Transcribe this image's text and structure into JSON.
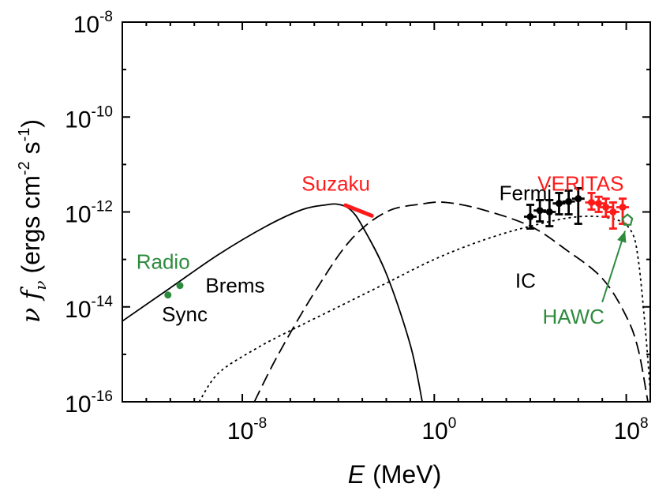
{
  "chart_data": {
    "type": "line",
    "xlabel": {
      "symbol": "E",
      "unit": "(MeV)"
    },
    "ylabel": {
      "symbol": "ν f",
      "sub": "ν",
      "unit_parts": [
        " (ergs cm",
        "-2",
        " s",
        "-1",
        ")"
      ]
    },
    "x_scale": "log",
    "y_scale": "log",
    "xlim_log10": [
      -13,
      9
    ],
    "ylim_log10": [
      -16,
      -8
    ],
    "x_ticks": [
      {
        "base": "10",
        "exp": "-8",
        "log": -8
      },
      {
        "base": "10",
        "exp": "0",
        "log": 0
      },
      {
        "base": "10",
        "exp": "8",
        "log": 8
      }
    ],
    "y_ticks": [
      {
        "base": "10",
        "exp": "-8",
        "log": -8
      },
      {
        "base": "10",
        "exp": "-10",
        "log": -10
      },
      {
        "base": "10",
        "exp": "-12",
        "log": -12
      },
      {
        "base": "10",
        "exp": "-14",
        "log": -14
      },
      {
        "base": "10",
        "exp": "-16",
        "log": -16
      }
    ],
    "grid": false,
    "model_curves": [
      {
        "name": "Sync",
        "style": "solid",
        "points_log10": [
          [
            -13,
            -14.3
          ],
          [
            -11,
            -13.6
          ],
          [
            -9,
            -12.9
          ],
          [
            -7,
            -12.3
          ],
          [
            -5.5,
            -11.95
          ],
          [
            -4.5,
            -11.85
          ],
          [
            -4,
            -11.84
          ],
          [
            -3.5,
            -11.95
          ],
          [
            -3,
            -12.3
          ],
          [
            -2,
            -13.3
          ],
          [
            -1,
            -14.8
          ],
          [
            -0.5,
            -16.0
          ]
        ]
      },
      {
        "name": "Brems",
        "style": "dashed",
        "points_log10": [
          [
            -7.5,
            -16
          ],
          [
            -6.5,
            -15.0
          ],
          [
            -5,
            -13.7
          ],
          [
            -3.5,
            -12.6
          ],
          [
            -2,
            -12.0
          ],
          [
            -0.5,
            -11.83
          ],
          [
            0.5,
            -11.8
          ],
          [
            2,
            -11.95
          ],
          [
            4,
            -12.3
          ],
          [
            5.5,
            -12.8
          ],
          [
            7,
            -13.4
          ],
          [
            8,
            -14.2
          ],
          [
            8.5,
            -14.9
          ],
          [
            8.9,
            -16
          ]
        ]
      },
      {
        "name": "IC",
        "style": "dotted",
        "points_log10": [
          [
            -9.8,
            -16
          ],
          [
            -9,
            -15.4
          ],
          [
            -7.5,
            -14.9
          ],
          [
            -6,
            -14.5
          ],
          [
            -4,
            -14.0
          ],
          [
            -2,
            -13.5
          ],
          [
            0,
            -13.0
          ],
          [
            2,
            -12.6
          ],
          [
            4,
            -12.3
          ],
          [
            6,
            -12.1
          ],
          [
            7.5,
            -12.15
          ],
          [
            8.2,
            -12.4
          ],
          [
            8.5,
            -13.0
          ],
          [
            8.8,
            -14.5
          ],
          [
            9,
            -15.8
          ]
        ]
      }
    ],
    "curve_labels": [
      {
        "text": "Sync",
        "x_log": -10.4,
        "y_log": -14.3
      },
      {
        "text": "Brems",
        "x_log": -8.3,
        "y_log": -13.7
      },
      {
        "text": "IC",
        "x_log": 3.8,
        "y_log": -13.6
      }
    ],
    "instruments": [
      {
        "name": "Radio",
        "color": "#2e8b3e",
        "label": {
          "x_log": -11.3,
          "y_log": -13.2
        },
        "points": [
          {
            "x_log": -11.1,
            "y_log": -13.75
          },
          {
            "x_log": -10.6,
            "y_log": -13.55
          }
        ]
      },
      {
        "name": "Suzaku",
        "color": "#ff1a1a",
        "label": {
          "x_log": -4.1,
          "y_log": -11.55
        },
        "segment": [
          [
            -3.7,
            -11.86
          ],
          [
            -2.6,
            -12.08
          ]
        ]
      },
      {
        "name": "Fermi",
        "color": "#000000",
        "label": {
          "x_log": 3.8,
          "y_log": -11.75
        },
        "points": [
          {
            "x_log": 4.0,
            "y_log": -12.1,
            "err": [
              -12.35,
              -11.85
            ]
          },
          {
            "x_log": 4.4,
            "y_log": -11.97,
            "err": [
              -12.2,
              -11.75
            ]
          },
          {
            "x_log": 4.8,
            "y_log": -12.0,
            "err": [
              -12.3,
              -11.75
            ]
          },
          {
            "x_log": 5.2,
            "y_log": -11.82,
            "err": [
              -12.05,
              -11.6
            ]
          },
          {
            "x_log": 5.6,
            "y_log": -11.78,
            "err": [
              -12.05,
              -11.55
            ]
          },
          {
            "x_log": 6.0,
            "y_log": -11.72,
            "err": [
              -12.25,
              -11.5
            ]
          }
        ]
      },
      {
        "name": "VERITAS",
        "color": "#ff1a1a",
        "label": {
          "x_log": 6.1,
          "y_log": -11.55
        },
        "points": [
          {
            "x_log": 6.55,
            "y_log": -11.8,
            "err": [
              -11.95,
              -11.6
            ]
          },
          {
            "x_log": 6.85,
            "y_log": -11.82,
            "err": [
              -12.0,
              -11.68
            ]
          },
          {
            "x_log": 7.15,
            "y_log": -11.9,
            "err": [
              -12.1,
              -11.72
            ]
          },
          {
            "x_log": 7.45,
            "y_log": -12.0,
            "err": [
              -12.35,
              -11.8
            ]
          },
          {
            "x_log": 7.85,
            "y_log": -11.9,
            "err": [
              -12.25,
              -11.72
            ]
          }
        ]
      },
      {
        "name": "HAWC",
        "color": "#2e8b3e",
        "label": {
          "x_log": 5.8,
          "y_log": -14.35
        },
        "marker": {
          "x_log": 8.05,
          "y_log": -12.17
        },
        "arrow": {
          "from": [
            7.0,
            -13.9
          ],
          "to": [
            7.95,
            -12.4
          ]
        }
      }
    ]
  }
}
